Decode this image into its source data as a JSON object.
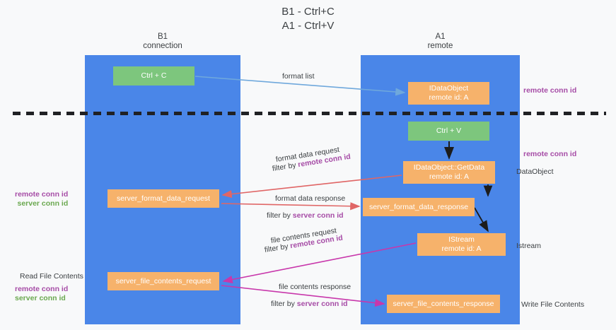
{
  "title": {
    "line1": "B1 - Ctrl+C",
    "line2": "A1 - Ctrl+V"
  },
  "lanes": [
    {
      "id": "b1",
      "name": "B1",
      "role": "connection"
    },
    {
      "id": "a1",
      "name": "A1",
      "role": "remote"
    }
  ],
  "colors": {
    "lane": "#4a86e8",
    "box_green": "#7dc67d",
    "box_orange": "#f6b26b",
    "remote_conn_id": "#a64ca6",
    "server_conn_id": "#6aa84f",
    "arrow_format_list": "#6fa8dc",
    "arrow_ctrlv": "#1c1c1c",
    "arrow_format_data": "#e06666",
    "arrow_file_contents": "#c837ab",
    "divider": "#202124",
    "text": "#3c4043",
    "background": "#f8f9fa"
  },
  "boxes": [
    {
      "id": "ctrl_c",
      "line1": "Ctrl + C",
      "line2": "",
      "style": "green"
    },
    {
      "id": "idataobject",
      "line1": "IDataObject",
      "line2": "remote id: A",
      "style": "orange"
    },
    {
      "id": "ctrl_v",
      "line1": "Ctrl + V",
      "line2": "",
      "style": "green"
    },
    {
      "id": "getdata",
      "line1": "IDataObject::GetData",
      "line2": "remote id: A",
      "style": "orange"
    },
    {
      "id": "sfd_request",
      "line1": "server_format_data_request",
      "line2": "",
      "style": "orange"
    },
    {
      "id": "sfd_response",
      "line1": "server_format_data_response",
      "line2": "",
      "style": "orange"
    },
    {
      "id": "istream",
      "line1": "IStream",
      "line2": "remote id: A",
      "style": "orange"
    },
    {
      "id": "sfc_request",
      "line1": "server_file_contents_request",
      "line2": "",
      "style": "orange"
    },
    {
      "id": "sfc_response",
      "line1": "server_file_contents_response",
      "line2": "",
      "style": "orange"
    }
  ],
  "edge_labels": {
    "format_list": "format list",
    "format_data_request": "format data request",
    "format_data_request_filter_prefix": "filter by ",
    "format_data_request_filter_key": "remote conn id",
    "format_data_response": "format data response",
    "format_data_response_filter_prefix": "filter by ",
    "format_data_response_filter_key": "server conn id",
    "file_contents_request": "file contents request",
    "file_contents_request_filter_prefix": "filter by ",
    "file_contents_request_filter_key": "remote conn id",
    "file_contents_response": "file contents response",
    "file_contents_response_filter_prefix": "filter by ",
    "file_contents_response_filter_key": "server conn id"
  },
  "annotations": {
    "right_remote_top": "remote conn id",
    "right_remote_mid": "remote conn id",
    "right_dataobject": "DataObject",
    "right_istream": "Istream",
    "right_write_file_contents": "Write File Contents",
    "left_mid_remote": "remote conn id",
    "left_mid_server": "server conn id",
    "left_read_file_contents": "Read File Contents",
    "left_bottom_remote": "remote conn id",
    "left_bottom_server": "server conn id"
  }
}
